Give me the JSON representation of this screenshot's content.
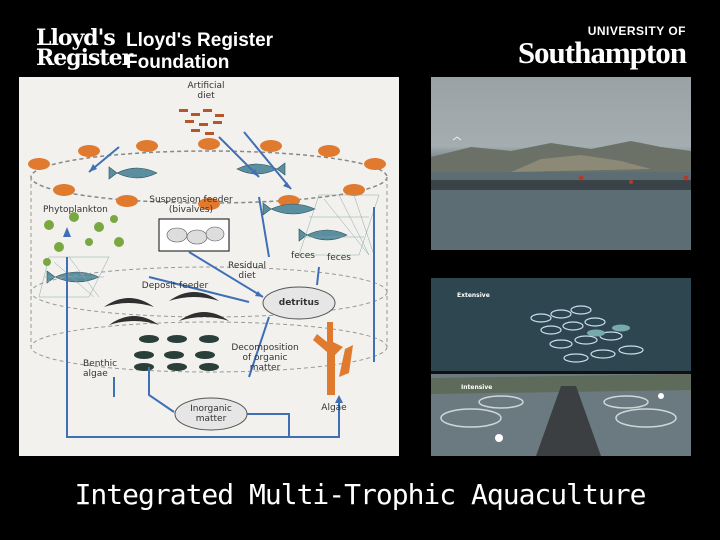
{
  "logos": {
    "lloyds_mark_line1": "Lloyd's",
    "lloyds_mark_line2": "Register",
    "lloyds_foundation_line1": "Lloyd's Register",
    "lloyds_foundation_line2": "Foundation",
    "university_line1": "UNIVERSITY OF",
    "university_line2": "Southampton"
  },
  "diagram": {
    "labels": {
      "artificial_diet": "Artificial\ndiet",
      "phytoplankton": "Phytoplankton",
      "suspension_feeder": "Suspension feeder\n(bivalves)",
      "feces_1": "feces",
      "feces_2": "feces",
      "residual_diet": "Residual\ndiet",
      "deposit_feeder": "Deposit feeder",
      "detritus": "detritus",
      "decomposition": "Decomposition\nof organic\nmatter",
      "benthic_algae": "Benthic\nalgae",
      "inorganic_matter": "Inorganic\nmatter",
      "algae": "Algae"
    }
  },
  "photos": {
    "tag_extensive": "Extensive",
    "tag_intensive": "Intensive"
  },
  "title": "Integrated Multi-Trophic Aquaculture"
}
